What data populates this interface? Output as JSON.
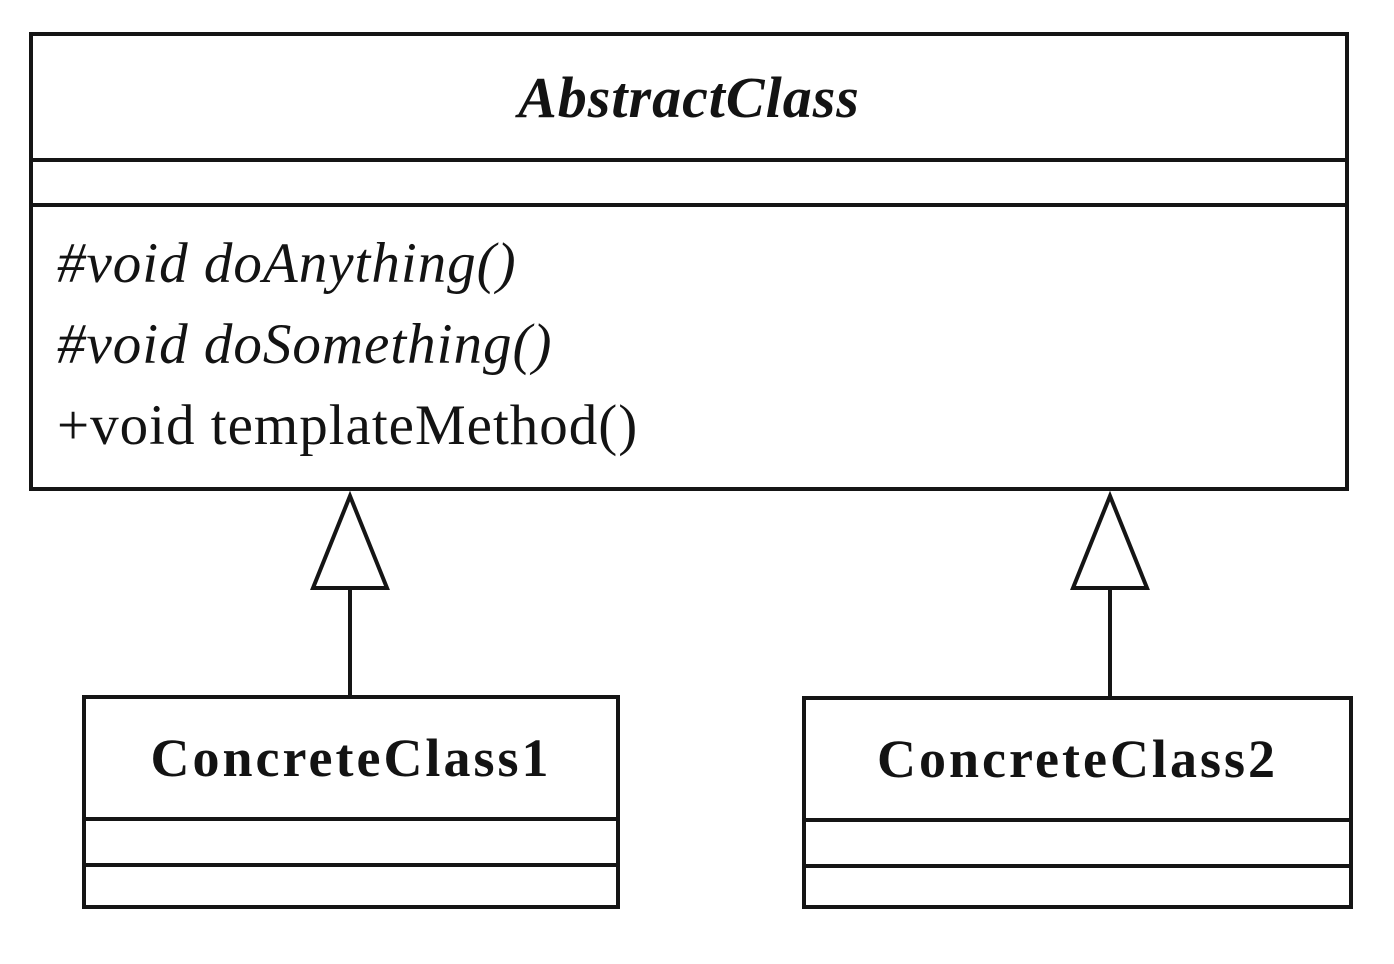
{
  "diagram_type": "uml-class-diagram",
  "colors": {
    "background": "#ffffff",
    "line": "#151515",
    "text": "#131313",
    "triangle_fill": "#ffffff"
  },
  "classes": {
    "abstract": {
      "name": "AbstractClass",
      "attributes": [],
      "methods": [
        {
          "text": "#void doAnything()",
          "italic": true
        },
        {
          "text": "#void doSomething()",
          "italic": true
        },
        {
          "text": "+void templateMethod()",
          "italic": false
        }
      ]
    },
    "concrete1": {
      "name": "ConcreteClass1",
      "attributes": [],
      "methods": []
    },
    "concrete2": {
      "name": "ConcreteClass2",
      "attributes": [],
      "methods": []
    }
  },
  "relationships": [
    {
      "type": "generalization",
      "from": "ConcreteClass1",
      "to": "AbstractClass"
    },
    {
      "type": "generalization",
      "from": "ConcreteClass2",
      "to": "AbstractClass"
    }
  ]
}
